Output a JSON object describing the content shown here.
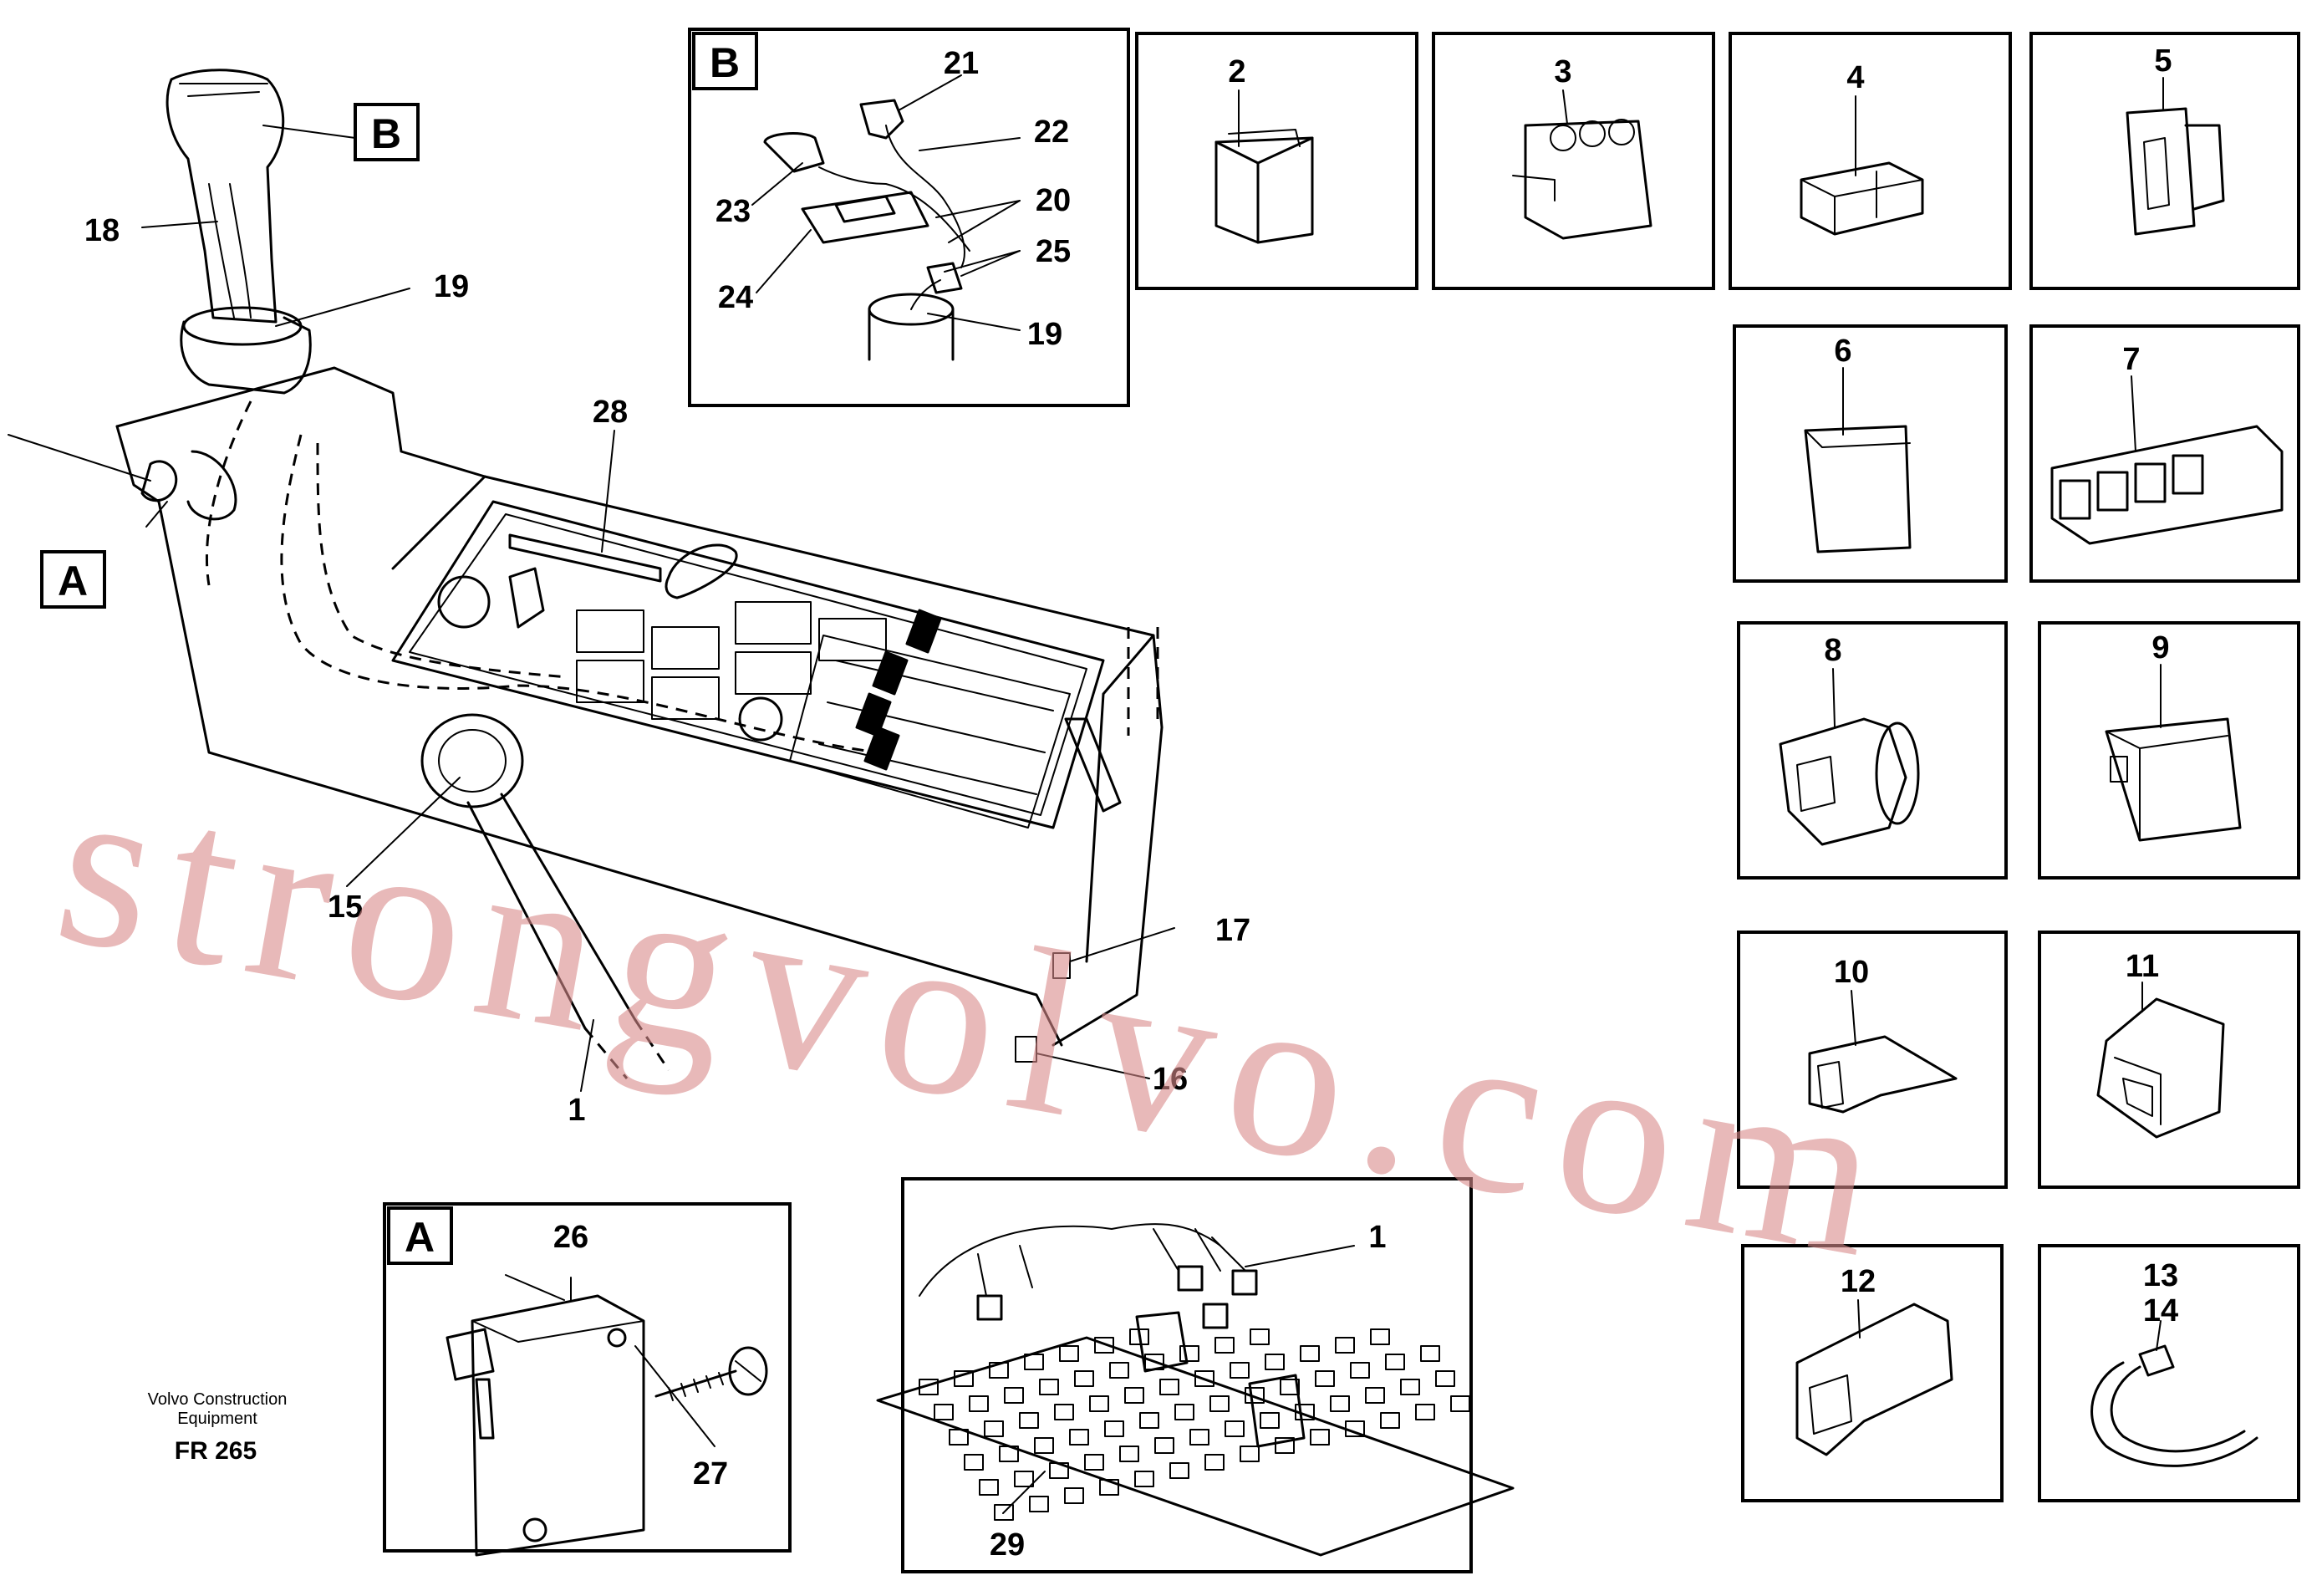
{
  "callouts": {
    "c1": "1",
    "c1b": "1",
    "c2": "2",
    "c3": "3",
    "c4": "4",
    "c5": "5",
    "c6": "6",
    "c7": "7",
    "c8": "8",
    "c9": "9",
    "c10": "10",
    "c11": "11",
    "c12": "12",
    "c13": "13",
    "c14": "14",
    "c15": "15",
    "c16": "16",
    "c17": "17",
    "c18": "18",
    "c19": "19",
    "c19b": "19",
    "c20": "20",
    "c21": "21",
    "c22": "22",
    "c23": "23",
    "c24": "24",
    "c25": "25",
    "c26": "26",
    "c27": "27",
    "c28": "28",
    "c29": "29"
  },
  "view_tags": {
    "a": "A",
    "b": "B"
  },
  "footer": {
    "line1": "Volvo Construction",
    "line2": "Equipment",
    "code": "FR 265"
  },
  "watermark": "strongvolvo.com"
}
